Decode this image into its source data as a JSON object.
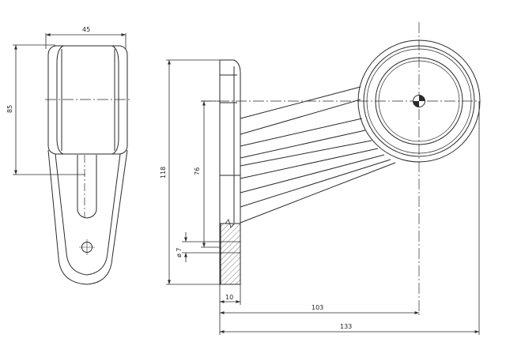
{
  "colors": {
    "line": "#2a2a2a",
    "background": "#ffffff"
  },
  "dimensions": {
    "width_45": "45",
    "height_85": "85",
    "height_118": "118",
    "height_76": "76",
    "diameter_7": "ø 7",
    "width_10": "10",
    "length_103": "103",
    "length_133": "133"
  }
}
